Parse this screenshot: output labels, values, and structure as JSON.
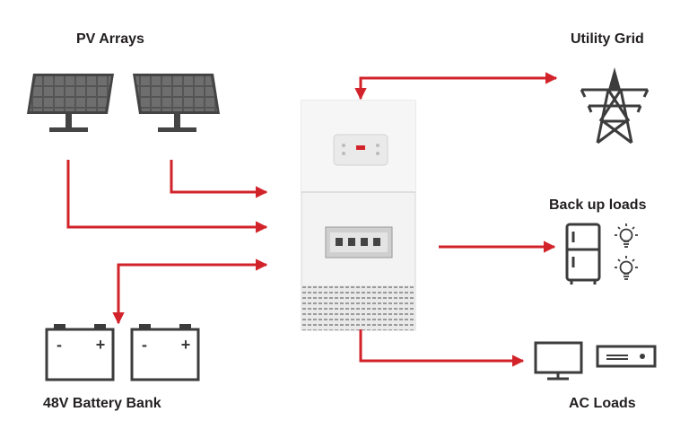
{
  "labels": {
    "pv_arrays": "PV Arrays",
    "utility_grid": "Utility Grid",
    "backup_loads": "Back up loads",
    "battery_bank": "48V Battery Bank",
    "ac_loads": "AC Loads"
  },
  "battery_terminals": {
    "negative": "-",
    "positive": "+"
  },
  "colors": {
    "arrow": "#d2232a",
    "icon": "#3c3c3c",
    "inverter_body": "#efefef"
  }
}
